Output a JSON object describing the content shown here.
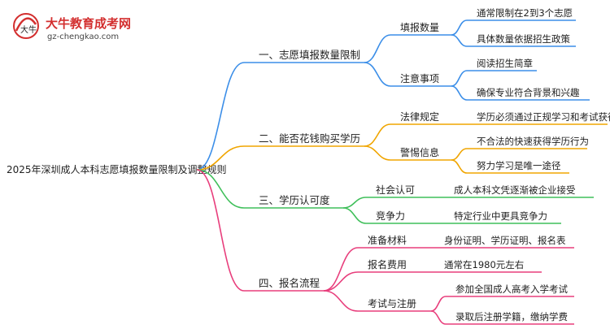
{
  "logo": {
    "title": "大牛教育成考网",
    "url": "gz-chengkao.com",
    "mark_text": "大牛"
  },
  "root": "2025年深圳成人本科志愿填报数量限制及调整规则",
  "branches": [
    {
      "label": "一、志愿填报数量限制",
      "color": "#3b8ee8",
      "children": [
        {
          "label": "填报数量",
          "children": [
            "通常限制在2到3个志愿",
            "具体数量依据招生政策"
          ]
        },
        {
          "label": "注意事项",
          "children": [
            "阅读招生简章",
            "确保专业符合背景和兴趣"
          ]
        }
      ]
    },
    {
      "label": "二、能否花钱购买学历",
      "color": "#f0a500",
      "children": [
        {
          "label": "法律规定",
          "children": [
            "学历必须通过正规学习和考试获得"
          ]
        },
        {
          "label": "警惕信息",
          "children": [
            "不合法的快速获得学历行为",
            "努力学习是唯一途径"
          ]
        }
      ]
    },
    {
      "label": "三、学历认可度",
      "color": "#3fbf5a",
      "children": [
        {
          "label": "社会认可",
          "children": [
            "成人本科文凭逐渐被企业接受"
          ]
        },
        {
          "label": "竞争力",
          "children": [
            "特定行业中更具竞争力"
          ]
        }
      ]
    },
    {
      "label": "四、报名流程",
      "color": "#e83e7c",
      "children": [
        {
          "label": "准备材料",
          "children": [
            "身份证明、学历证明、报名表"
          ]
        },
        {
          "label": "报名费用",
          "children": [
            "通常在1980元左右"
          ]
        },
        {
          "label": "考试与注册",
          "children": [
            "参加全国成人高考入学考试",
            "录取后注册学籍，缴纳学费"
          ]
        }
      ]
    }
  ]
}
